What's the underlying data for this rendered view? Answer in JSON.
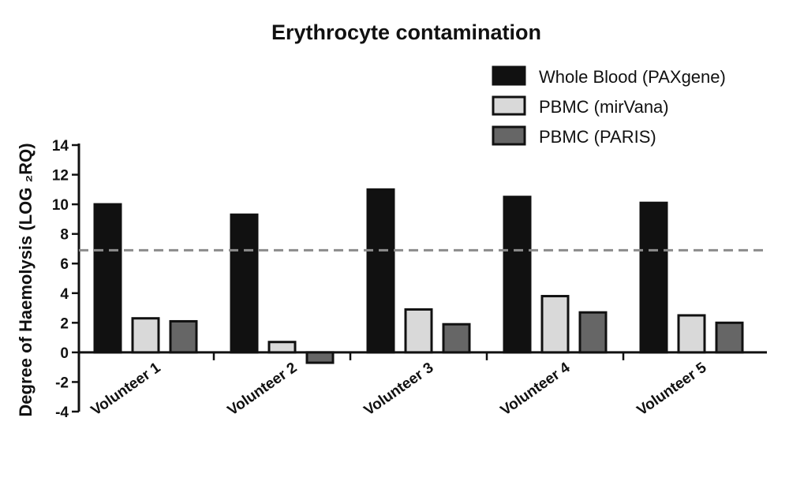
{
  "chart_data": {
    "type": "bar",
    "title": "Erythrocyte contamination",
    "ylabel": "Degree of Haemolysis (LOG ₂RQ)",
    "xlabel": "",
    "categories": [
      "Volunteer 1",
      "Volunteer 2",
      "Volunteer 3",
      "Volunteer 4",
      "Volunteer 5"
    ],
    "series": [
      {
        "name": "Whole Blood (PAXgene)",
        "color": "#111111",
        "values": [
          10.0,
          9.3,
          11.0,
          10.5,
          10.1
        ]
      },
      {
        "name": "PBMC (mirVana)",
        "color": "#d9d9d9",
        "values": [
          2.3,
          0.7,
          2.9,
          3.8,
          2.5
        ]
      },
      {
        "name": "PBMC (PARIS)",
        "color": "#666666",
        "values": [
          2.1,
          -0.7,
          1.9,
          2.7,
          2.0
        ]
      }
    ],
    "ylim": [
      -4,
      14
    ],
    "yticks": [
      -4,
      -2,
      0,
      2,
      4,
      6,
      8,
      10,
      12,
      14
    ],
    "threshold": 6.9,
    "threshold_style": "dashed",
    "legend_position": "top-right",
    "grid": false
  }
}
